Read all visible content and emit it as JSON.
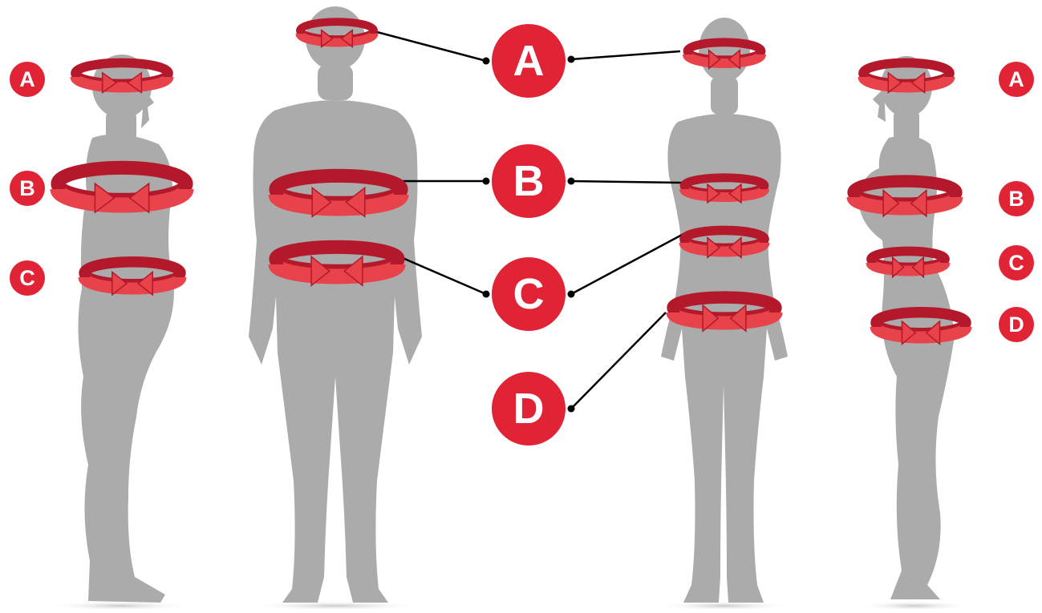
{
  "colors": {
    "silhouette": "#ababab",
    "accent": "#e12336",
    "arrow_band": "#e8424a",
    "arrow_dark": "#b3192a",
    "leader_line": "#000000",
    "badge_text": "#ffffff"
  },
  "figures": [
    {
      "id": "male-side",
      "labels": [
        "A",
        "B",
        "C"
      ]
    },
    {
      "id": "male-front",
      "labels": [
        "A",
        "B",
        "C"
      ]
    },
    {
      "id": "female-front",
      "labels": [
        "A",
        "B",
        "C",
        "D"
      ]
    },
    {
      "id": "female-side",
      "labels": [
        "A",
        "B",
        "C",
        "D"
      ]
    }
  ],
  "labels": {
    "left": {
      "a": "A",
      "b": "B",
      "c": "C"
    },
    "center": {
      "a": "A",
      "b": "B",
      "c": "C",
      "d": "D"
    },
    "right": {
      "a": "A",
      "b": "B",
      "c": "C",
      "d": "D"
    }
  },
  "icons": {
    "measure_arrow": "circular-measure-arrow-icon",
    "leader_dot": "dot-icon"
  }
}
